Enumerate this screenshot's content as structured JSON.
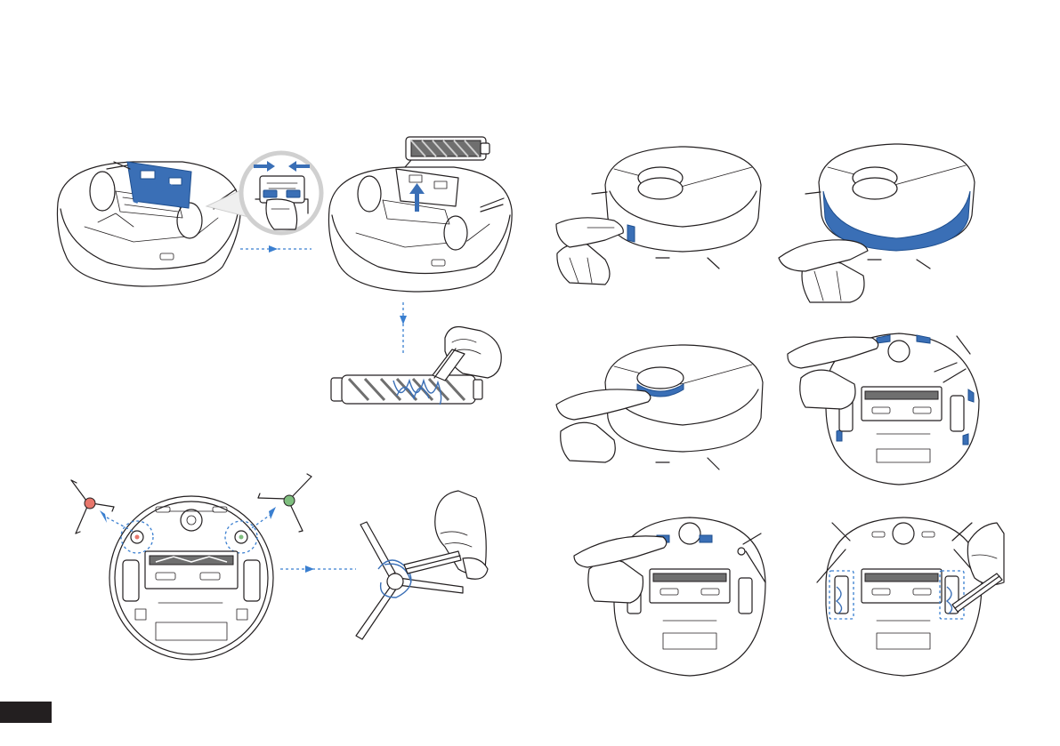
{
  "colors": {
    "accent_blue": "#3a6fb6",
    "line": "#231f20",
    "brush_left_hub": "#e8776c",
    "brush_right_hub": "#7fbf7f",
    "page_tab": "#231f20"
  },
  "steps": [
    {
      "name": "open-brush-guard"
    },
    {
      "name": "remove-main-brush"
    },
    {
      "name": "cut-hair-from-main-brush"
    },
    {
      "name": "remove-side-brushes"
    },
    {
      "name": "cut-hair-from-side-brush"
    },
    {
      "name": "wipe-front-sensors"
    },
    {
      "name": "wipe-bumper"
    },
    {
      "name": "wipe-lidar-top"
    },
    {
      "name": "wipe-cliff-sensors"
    },
    {
      "name": "wipe-charging-contacts"
    },
    {
      "name": "clean-wheel-areas"
    }
  ],
  "icons": [
    "arrow-right-icon",
    "arrow-left-icon",
    "arrow-up-icon",
    "dotted-arrow-icon",
    "hand-icon",
    "cloth-icon",
    "scissors-icon"
  ]
}
